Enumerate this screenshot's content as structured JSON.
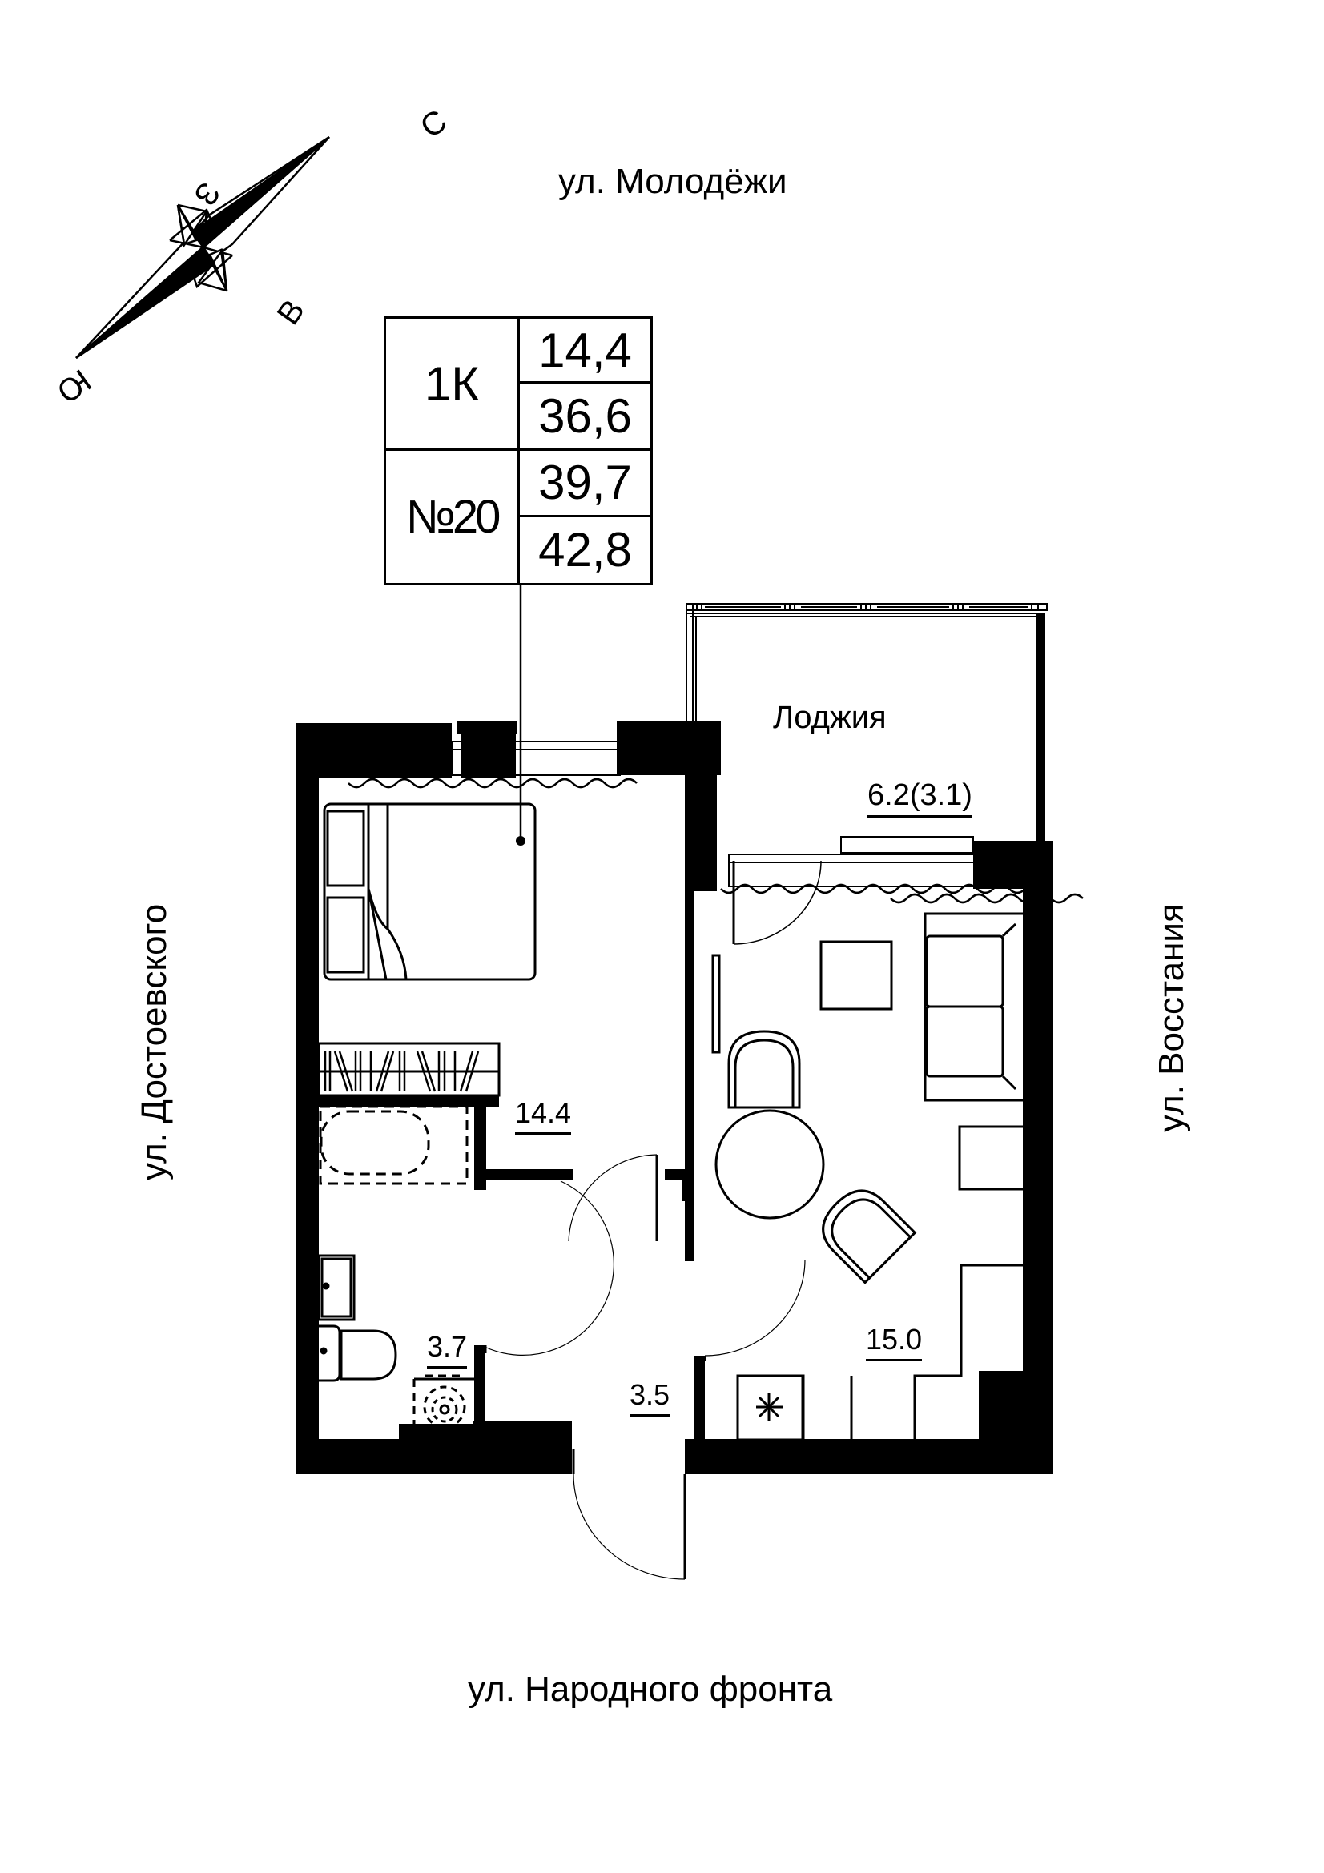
{
  "streets": {
    "north": "ул. Молодёжи",
    "south": "ул. Народного фронта",
    "west": "ул. Достоевского",
    "east": "ул. Восстания"
  },
  "compass": {
    "north": "С",
    "south": "Ю",
    "west": "З",
    "east": "В"
  },
  "apartment": {
    "type": "1К",
    "number": "№20",
    "areas": [
      "14,4",
      "36,6",
      "39,7",
      "42,8"
    ]
  },
  "rooms": {
    "loggia": {
      "name": "Лоджия",
      "area": "6.2(3.1)"
    },
    "bedroom": {
      "area": "14.4"
    },
    "bathroom": {
      "area": "3.7"
    },
    "hallway": {
      "area": "3.5"
    },
    "kitchen_living": {
      "area": "15.0"
    }
  },
  "colors": {
    "wall": "#000000",
    "background": "#ffffff"
  }
}
